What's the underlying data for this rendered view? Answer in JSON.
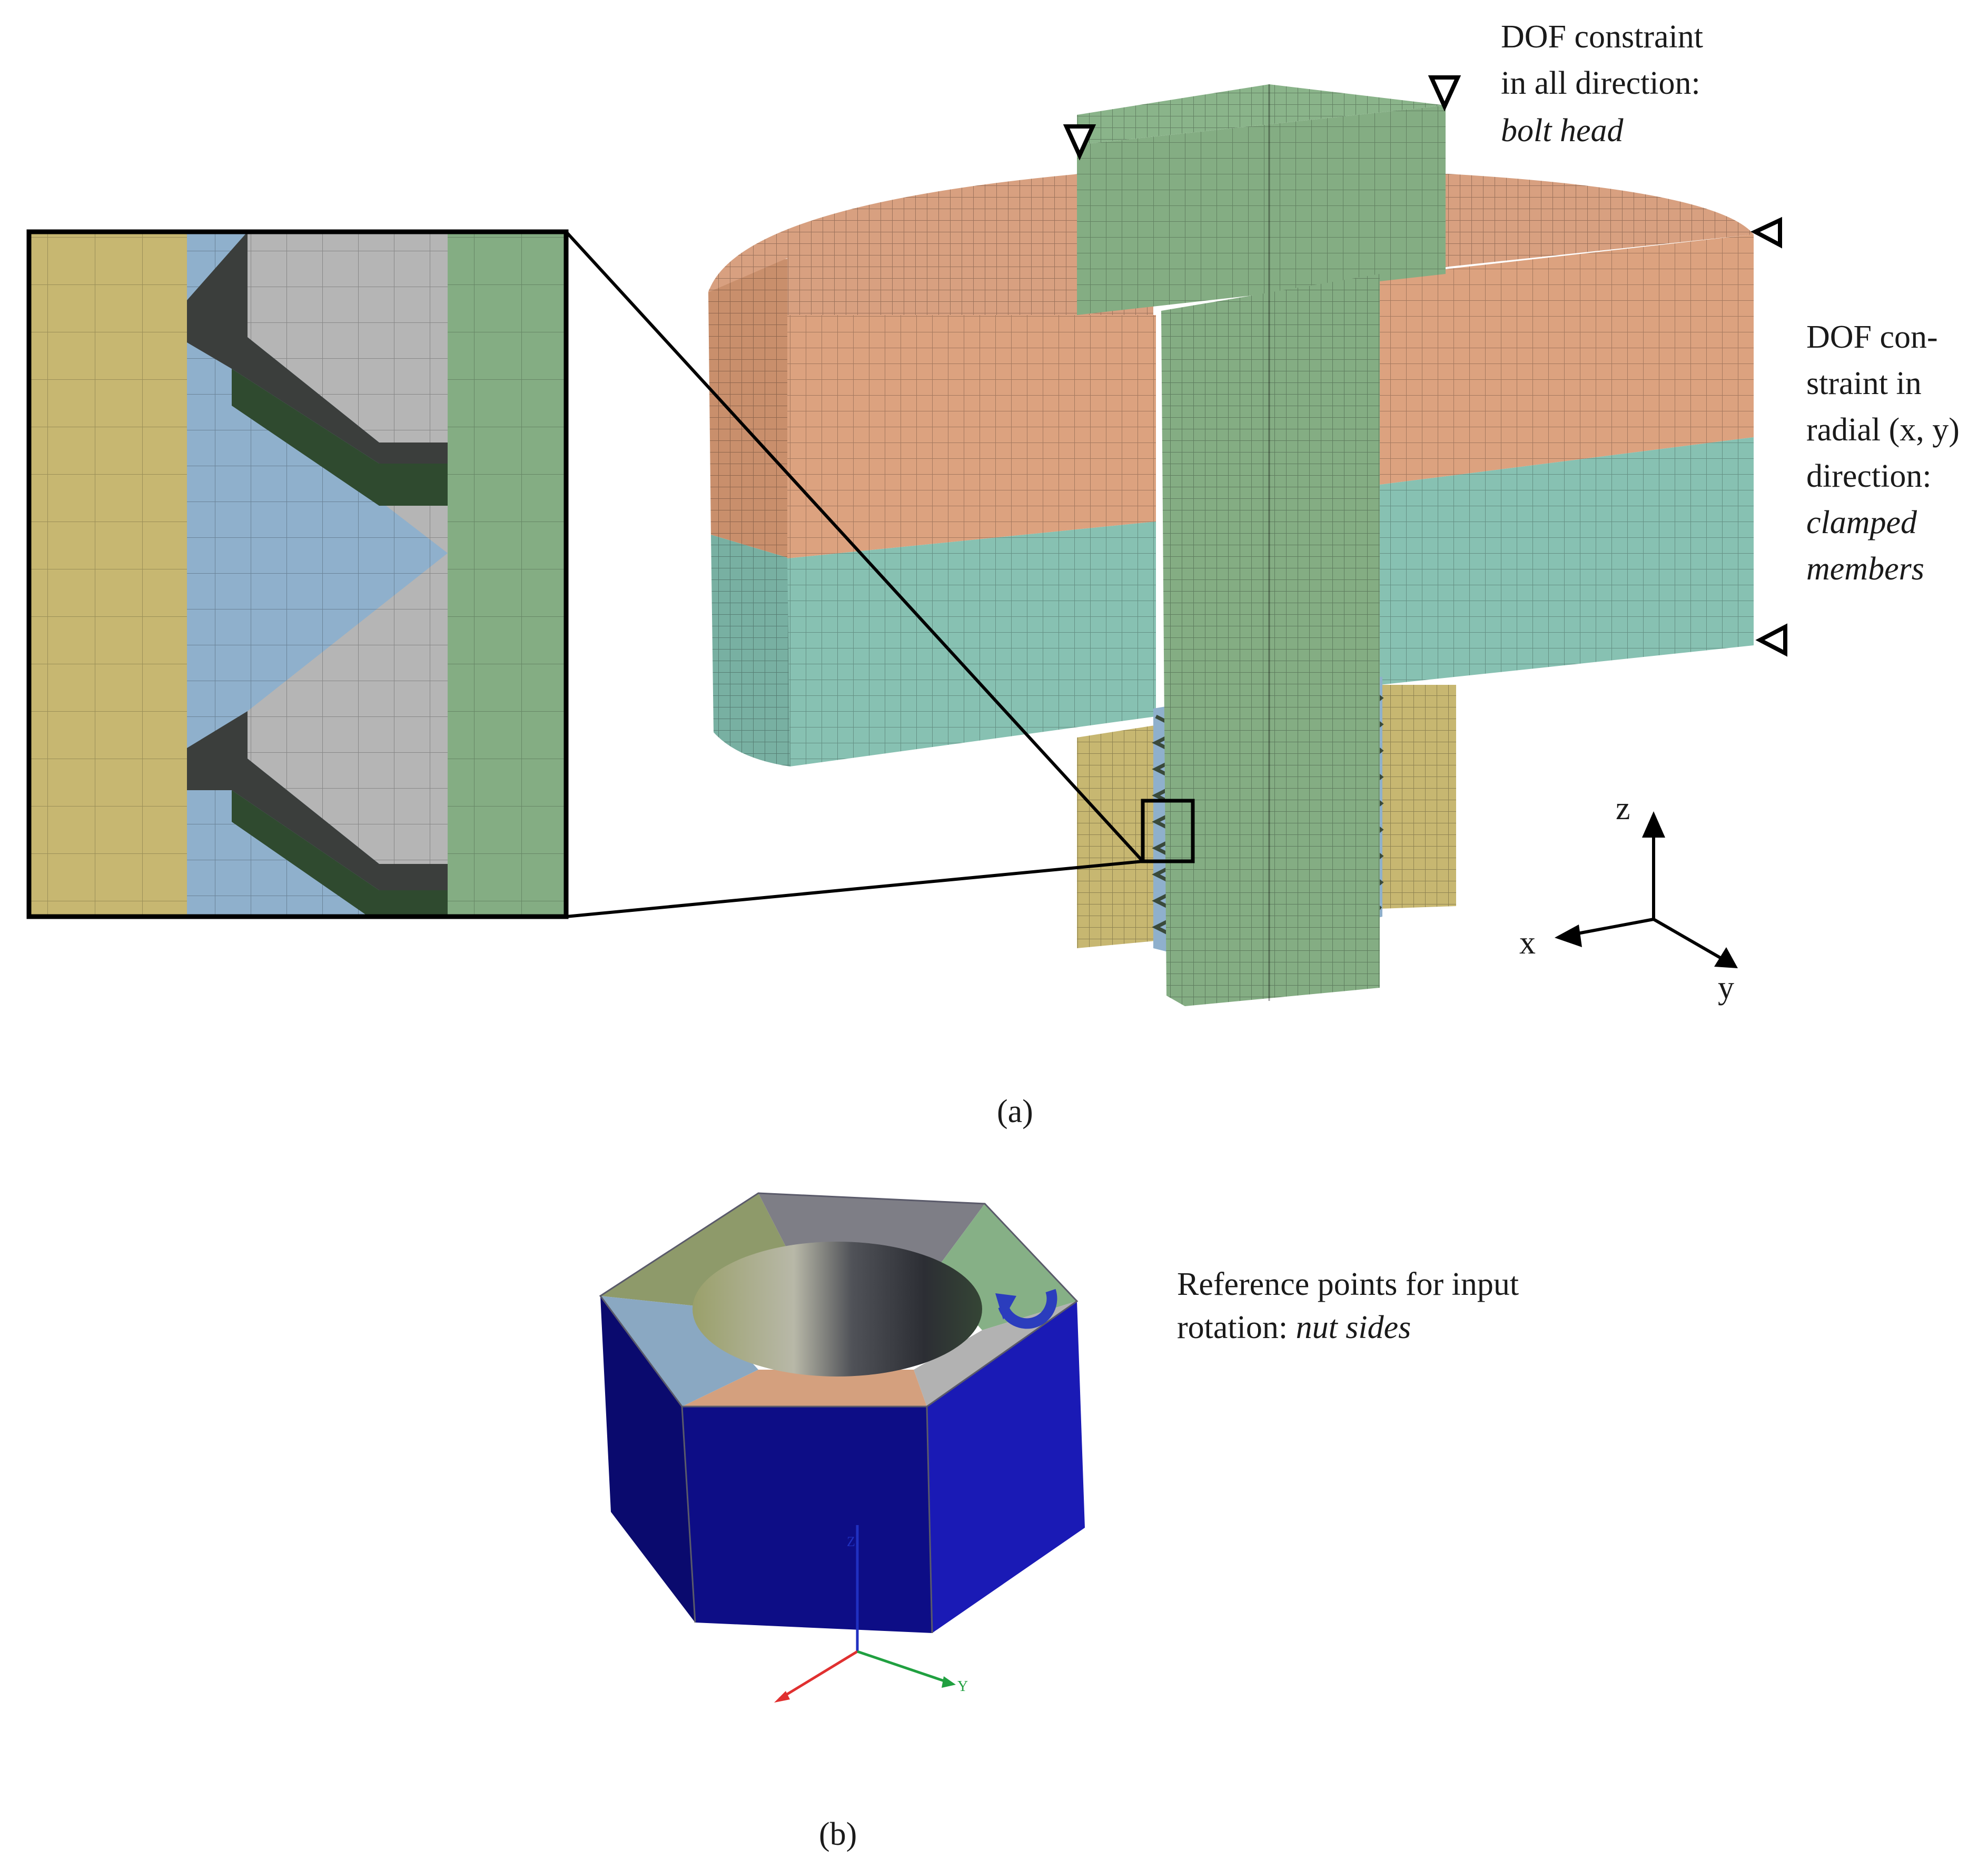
{
  "labels": {
    "bolt_head_line1": "DOF constraint",
    "bolt_head_line2": "in all direction:",
    "bolt_head_line3": "bolt head",
    "clamped_line1": "DOF con-",
    "clamped_line2": "straint in",
    "clamped_line3": "radial (x, y)",
    "clamped_line4": "direction:",
    "clamped_line5": "clamped",
    "clamped_line6": "members",
    "nut_line1": "Reference points for input",
    "nut_line2_prefix": "rotation: ",
    "nut_line2_italic": "nut sides",
    "caption_a": "(a)",
    "caption_b": "(b)"
  },
  "axes_a": {
    "z": "z",
    "x": "x",
    "y": "y"
  },
  "axes_b": {
    "z": "Z",
    "y": "Y"
  },
  "colors": {
    "bolt_green": "#84ad83",
    "upper_member_salmon": "#dca27f",
    "lower_member_teal": "#87c1b2",
    "nut_yellow": "#c7b771",
    "thread_blue": "#8fb0cc",
    "thread_gray": "#b5b5b5",
    "thread_dark": "#3a4a3a",
    "nut_blue": "#1a1ab5",
    "rotation_arrow_blue": "#2b3dbd",
    "axis_red": "#e03030",
    "axis_green": "#20a040",
    "axis_blue": "#2030c0"
  },
  "icons": [
    "constraint-triangle-icon",
    "rotation-arrow-icon"
  ]
}
